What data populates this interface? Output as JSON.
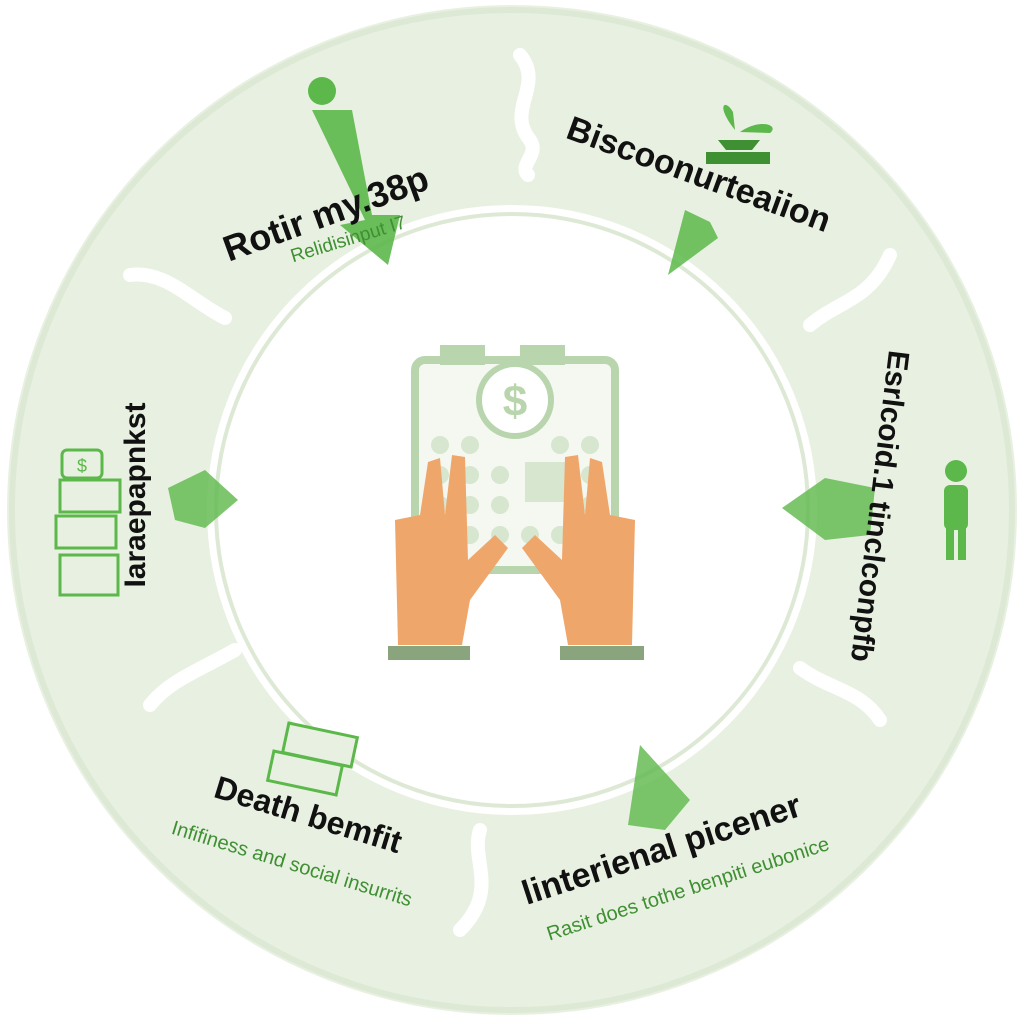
{
  "colors": {
    "ring": "#e8f1e1",
    "ring_edge": "#d3e3c9",
    "accent_green": "#5cb84a",
    "dark_green": "#3f8f33",
    "light_green": "#b9d5ad",
    "hand": "#efa66a",
    "text": "#111111"
  },
  "segments": {
    "top_left": {
      "title": "Rotir my.38p",
      "subtitle": "Relidisinput I7",
      "icon": "person-info-icon"
    },
    "top_right": {
      "title": "Biscoonurteaiion",
      "icon": "sprout-hand-icon"
    },
    "right": {
      "title": "Esrlcoid.1 tinclconpfb",
      "icon": "person-icon"
    },
    "bottom_right": {
      "title": "linterienal picener",
      "subtitle": "Rasit does tothe benpiti eubonice"
    },
    "bottom_left": {
      "title": "Death bemfit",
      "subtitle": "Infifiness and social insurrits",
      "icon": "cash-stack-icon"
    },
    "left": {
      "title": "Iaraepapnkst",
      "title_2": "Iaraepapnkst",
      "icon": "money-documents-icon"
    }
  },
  "center": {
    "icon": "calculator-hands-icon",
    "symbol": "$"
  }
}
